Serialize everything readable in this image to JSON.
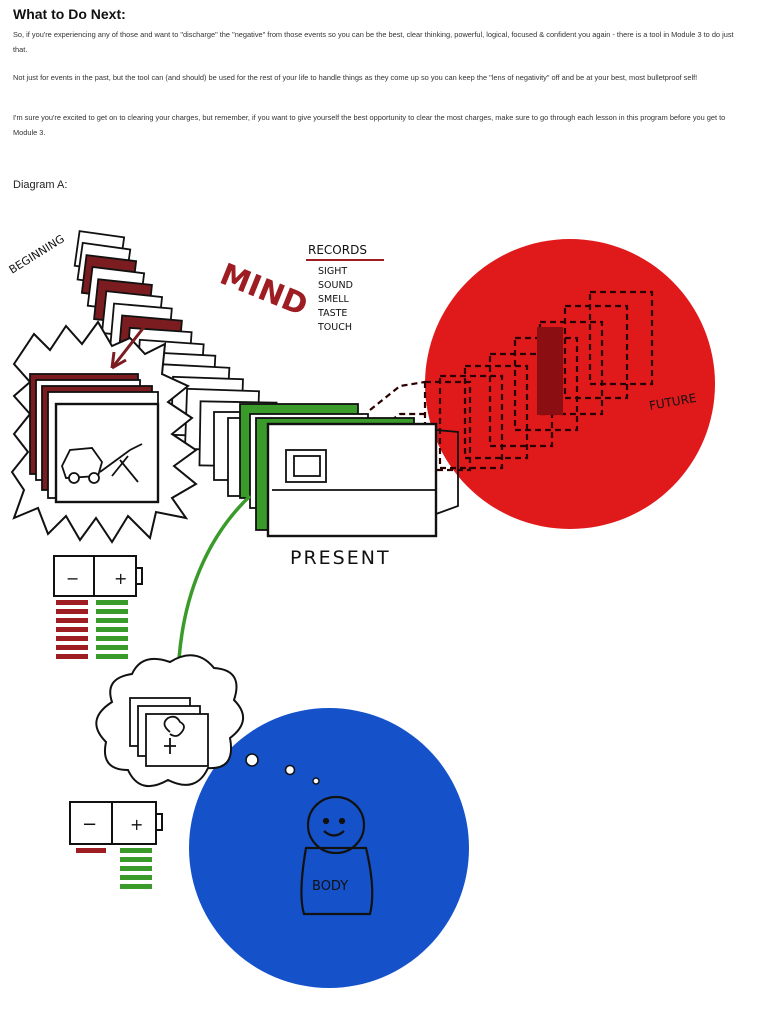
{
  "section": {
    "title": "What to Do Next:",
    "paragraphs": [
      "So, if you're experiencing any of those and want to \"discharge\" the \"negative\" from those events so you can be the best, clear thinking, powerful, logical, focused & confident you again - there is a tool in Module 3 to do just that.",
      "Not just for events in the past, but the tool can (and should) be used for the rest of your life to handle things as they come up so you can keep the \"lens of negativity\" off and be at your best, most bulletproof self!",
      "I'm sure you're excited to get on to clearing your charges, but remember, if you want to give yourself the best opportunity to clear the most charges, make sure to go through each lesson in this program before you get to Module 3."
    ]
  },
  "diagram": {
    "label": "Diagram A:",
    "beginning": "BEGINNING",
    "mind": "MIND",
    "records_title": "RECORDS",
    "senses": [
      "SIGHT",
      "SOUND",
      "SMELL",
      "TASTE",
      "TOUCH"
    ],
    "present": "PRESENT",
    "future": "FUTURE",
    "body": "BODY",
    "battery_minus": "−",
    "battery_plus": "+",
    "colors": {
      "future_circle": "#e0191b",
      "body_circle": "#1552c9",
      "charge_negative": "#9e1d22",
      "charge_positive": "#3a9b2b",
      "dark_red_card": "#7b1d20"
    }
  }
}
